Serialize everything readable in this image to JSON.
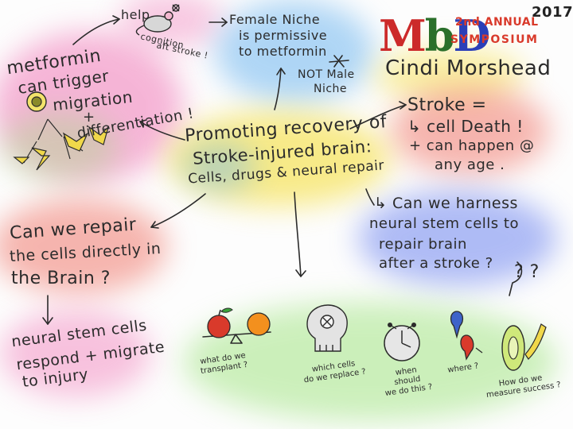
{
  "header": {
    "logo_m": "M",
    "logo_b": "b",
    "logo_d": "D",
    "edition": "2nd ANNUAL",
    "symposium": "SYMPOSIUM",
    "year": "2017",
    "speaker": "Cindi Morshead"
  },
  "center": {
    "line1": "Promoting recovery of",
    "line2": "Stroke-injured brain:",
    "line3": "Cells, drugs & neural repair"
  },
  "metformin": {
    "line1": "metformin",
    "line2": "can trigger",
    "line3": "migration",
    "line4": "+",
    "line5": "differentiation !"
  },
  "help": {
    "word": "help",
    "line1": "cognition",
    "line2": "aft stroke !"
  },
  "niche": {
    "line1": "Female Niche",
    "line2": "is permissive",
    "line3": "to metformin",
    "line4": "NOT Male",
    "line5": "Niche"
  },
  "stroke": {
    "line1": "Stroke =",
    "line2": "↳ cell Death !",
    "line3": "+ can happen @",
    "line4": "any age ."
  },
  "repair": {
    "line1": "Can we repair",
    "line2": "the cells directly in",
    "line3": "the Brain ?"
  },
  "stemcells": {
    "line1": "neural stem cells",
    "line2": "respond + migrate",
    "line3": "to injury"
  },
  "harness": {
    "line1": "↳ Can we harness",
    "line2": "neural stem cells to",
    "line3": "repair brain",
    "line4": "after a stroke ?",
    "marks": "? ?"
  },
  "questions": {
    "q1_line1": "what do we",
    "q1_line2": "transplant ?",
    "q2_line1": "which cells",
    "q2_line2": "do we replace ?",
    "q3_line1": "when",
    "q3_line2": "should",
    "q3_line3": "we do this ?",
    "q4": "where ?",
    "q5_line1": "How do we",
    "q5_line2": "measure success ?"
  },
  "colors": {
    "logo_m": "#cc2a2a",
    "logo_b": "#2a6f2a",
    "logo_d": "#2a3fb8",
    "accent_red": "#d93a2b",
    "pink_wash": "#f07ab8",
    "yellow_wash": "#f5e04a",
    "blue_wash": "#6fb6ef",
    "red_wash": "#f07a6e",
    "green_wash": "#9be27a",
    "violet_wash": "#b8a2f0"
  },
  "icons": [
    "mouse-icon",
    "stem-cell-icon",
    "neuron-cluster-icon",
    "apple-icon",
    "orange-icon",
    "skull-icon",
    "clock-icon",
    "map-pin-icon",
    "measuring-tape-icon"
  ]
}
